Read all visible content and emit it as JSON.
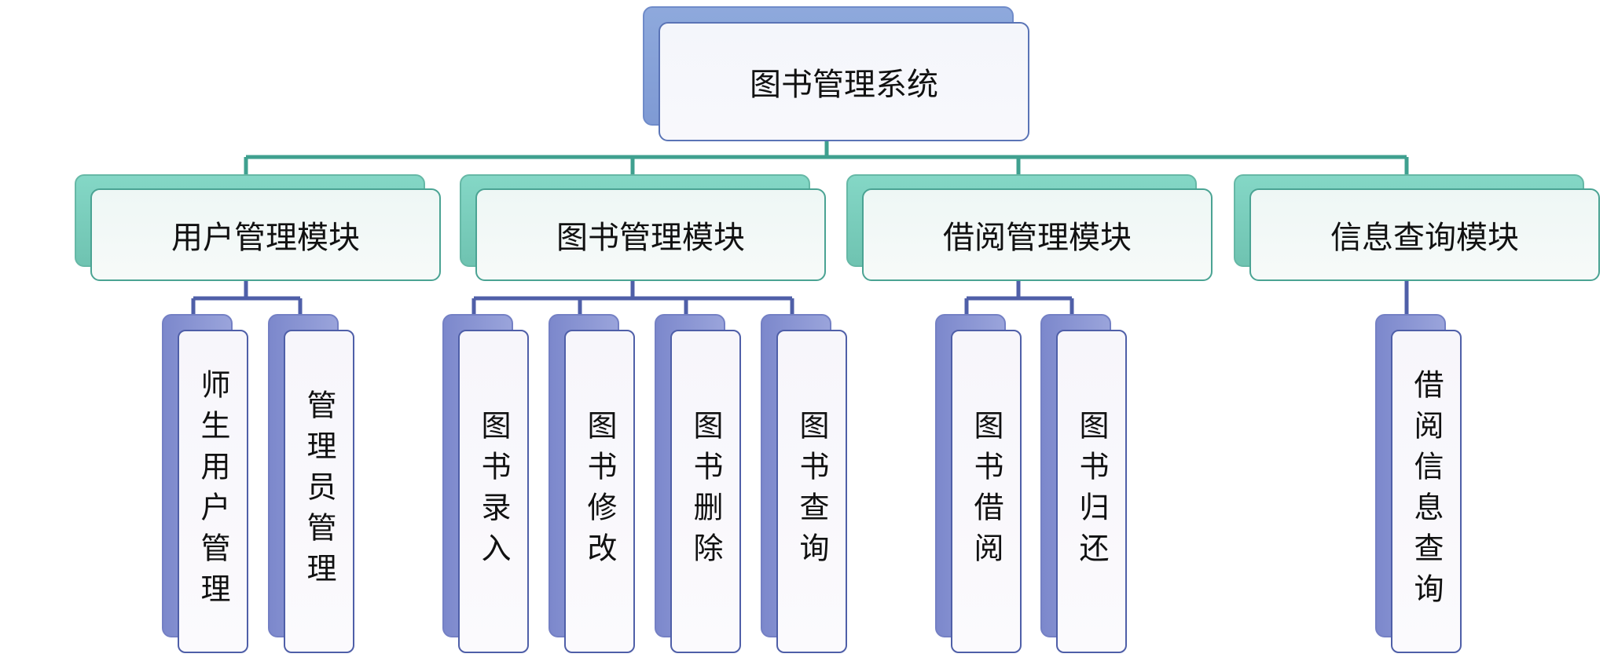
{
  "colors": {
    "root_border": "#5a74b6",
    "root_shadow": "#7f9ad4",
    "module_border": "#4aa393",
    "module_shadow": "#6fc3b1",
    "leaf_border": "#4f5fa8",
    "leaf_shadow": "#7c88cc",
    "line_teal": "#3fa08f",
    "line_blue": "#4f5fa8"
  },
  "root": {
    "label": "图书管理系统"
  },
  "modules": [
    {
      "label": "用户管理模块",
      "children": [
        "师生用户管理",
        "管理员管理"
      ]
    },
    {
      "label": "图书管理模块",
      "children": [
        "图书录入",
        "图书修改",
        "图书删除",
        "图书查询"
      ]
    },
    {
      "label": "借阅管理模块",
      "children": [
        "图书借阅",
        "图书归还"
      ]
    },
    {
      "label": "信息查询模块",
      "children": [
        "借阅信息查询"
      ]
    }
  ]
}
